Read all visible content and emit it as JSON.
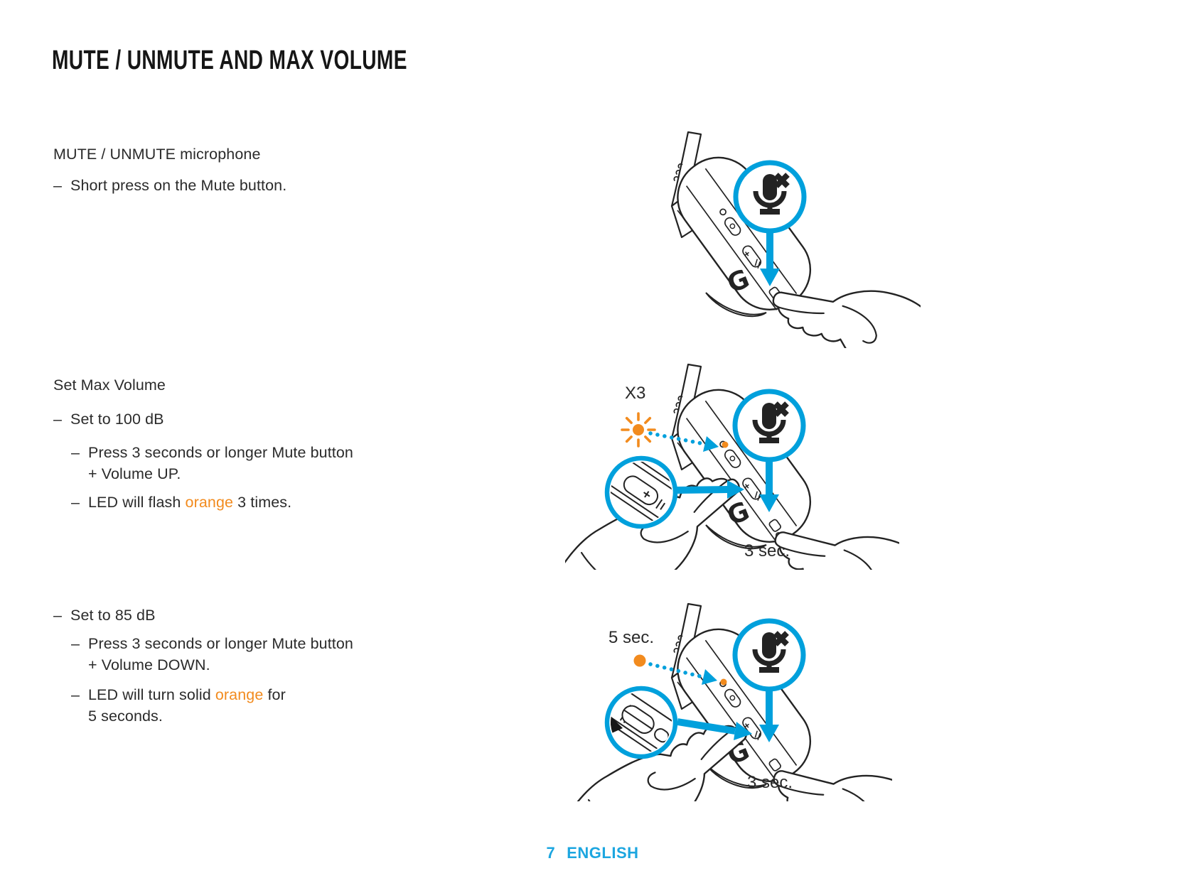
{
  "colors": {
    "accent_blue": "#00A0DC",
    "footer_blue": "#1CA6E0",
    "led_orange": "#F28B1E",
    "line_ink": "#232323"
  },
  "title": "MUTE / UNMUTE AND MAX VOLUME",
  "bullet_dash": "–",
  "sections": {
    "mute": {
      "heading": "MUTE / UNMUTE microphone",
      "bullet": "Short press on the Mute button."
    },
    "max_volume": {
      "heading": "Set Max Volume",
      "set_100": {
        "label": "Set to 100 dB",
        "press_line1": "Press 3 seconds or longer Mute button",
        "press_line2": "+ Volume UP.",
        "led_prefix": "LED will flash ",
        "led_highlight": "orange",
        "led_suffix": " 3 times."
      },
      "set_85": {
        "label": "Set to 85 dB",
        "press_line1": "Press 3 seconds or longer Mute button",
        "press_line2": "+ Volume DOWN.",
        "led_prefix": "LED will turn solid ",
        "led_highlight": "orange",
        "led_suffix": " for",
        "led_line2": "5 seconds."
      }
    }
  },
  "illustrations": {
    "short_press": {
      "icon": "mic-muted-icon"
    },
    "max_100": {
      "flash_count_label": "X3",
      "hold_label": "3 sec.",
      "icon": "mic-muted-icon"
    },
    "max_85": {
      "led_duration_label": "5 sec.",
      "hold_label": "3 sec.",
      "icon": "mic-muted-icon"
    }
  },
  "logo": {
    "g_mark": "G"
  },
  "footer": {
    "page_number": "7",
    "language": "ENGLISH"
  }
}
